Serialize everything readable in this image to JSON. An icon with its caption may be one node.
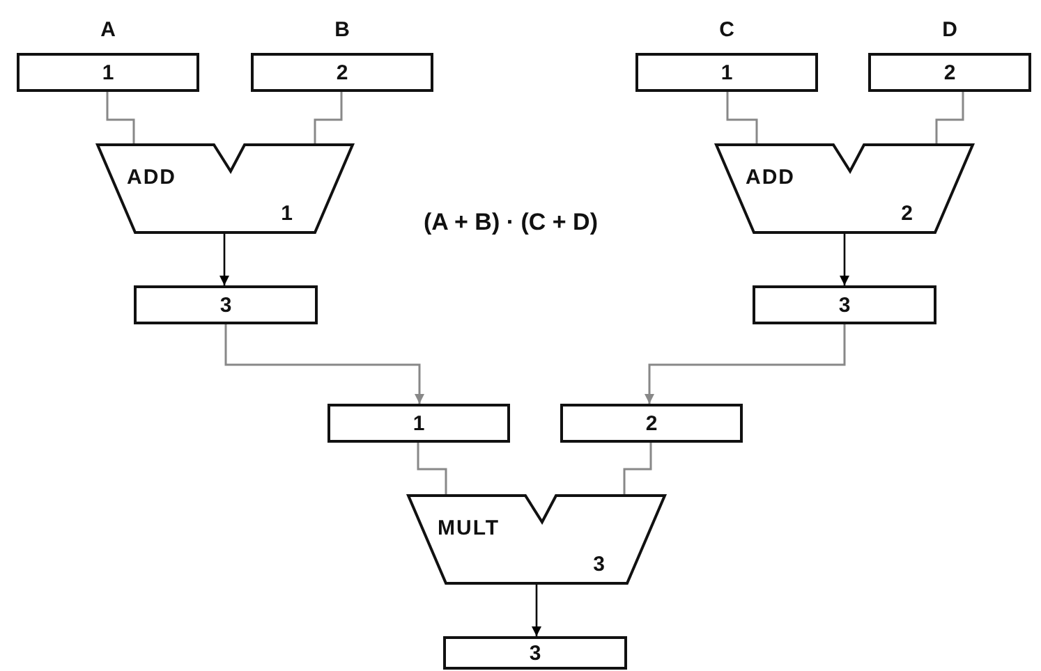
{
  "diagram": {
    "nodes": [
      {
        "text": [
          "1"
        ],
        "beside": [
          "A"
        ]
      },
      {
        "text": [
          "2"
        ],
        "beside": [
          "B"
        ]
      },
      {
        "text": [
          "1"
        ],
        "beside": [
          "C"
        ]
      },
      {
        "text": [
          "2"
        ],
        "beside": [
          "D"
        ]
      },
      {
        "text": [
          "ADD",
          "1"
        ]
      },
      {
        "text": [
          "ADD",
          "2"
        ]
      },
      {
        "text": [
          "3"
        ]
      },
      {
        "text": [
          "3"
        ]
      },
      {
        "text": [
          "1"
        ]
      },
      {
        "text": [
          "2"
        ]
      },
      {
        "text": [
          "MULT",
          "3"
        ]
      },
      {
        "text": [
          "3"
        ]
      }
    ],
    "edges": [
      {
        "from": 0,
        "to": 4,
        "arrow": "none"
      },
      {
        "from": 1,
        "to": 4,
        "arrow": "none"
      },
      {
        "from": 2,
        "to": 5,
        "arrow": "none"
      },
      {
        "from": 3,
        "to": 5,
        "arrow": "none"
      },
      {
        "from": 4,
        "to": 6,
        "arrow": "to",
        "color": "#000000"
      },
      {
        "from": 5,
        "to": 7,
        "arrow": "to",
        "color": "#000000"
      },
      {
        "from": 6,
        "to": 8,
        "arrow": "to"
      },
      {
        "from": 7,
        "to": 9,
        "arrow": "to"
      },
      {
        "from": 8,
        "to": 10,
        "arrow": "none"
      },
      {
        "from": 9,
        "to": 10,
        "arrow": "none"
      },
      {
        "from": 10,
        "to": 11,
        "arrow": "to",
        "color": "#000000"
      }
    ],
    "labels": [
      "(A + B) · (C + D)"
    ]
  }
}
